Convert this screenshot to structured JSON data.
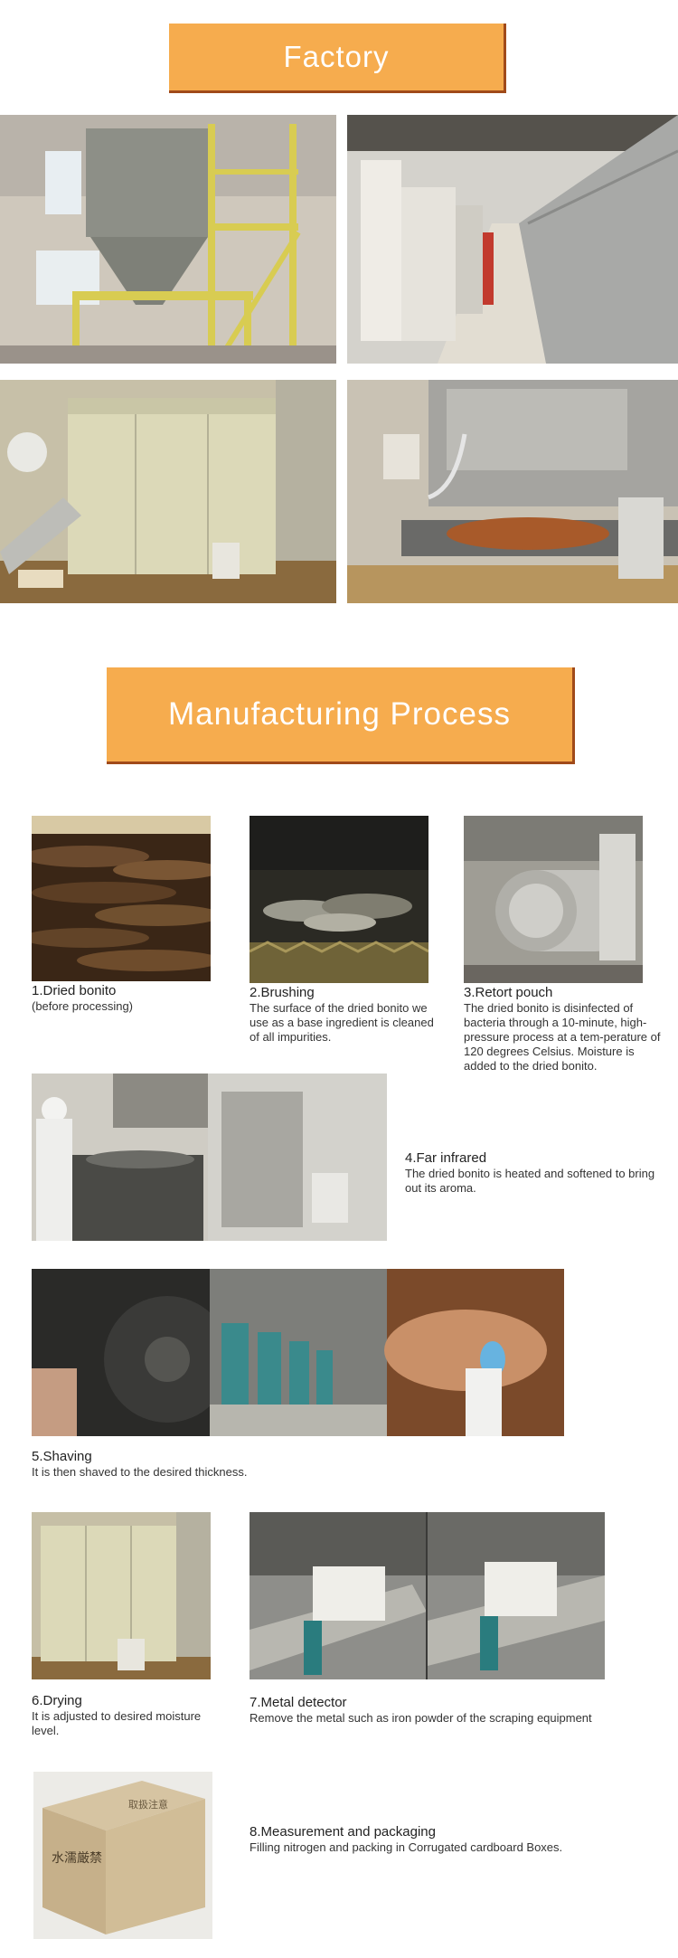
{
  "banners": {
    "factory": "Factory",
    "process": "Manufacturing Process"
  },
  "steps": [
    {
      "title": "1.Dried bonito",
      "desc": "(before processing)"
    },
    {
      "title": "2.Brushing",
      "desc": "The surface of the dried bonito we use as a base ingredient is cleaned of all impurities."
    },
    {
      "title": "3.Retort pouch",
      "desc": "The dried bonito is disinfected of bacteria through a 10-minute, high-pressure process at a tem-perature of 120 degrees Celsius. Moisture is added to the dried bonito."
    },
    {
      "title": "4.Far infrared",
      "desc": "The dried bonito is heated and softened to bring out its aroma."
    },
    {
      "title": "5.Shaving",
      "desc": "It is then shaved to the desired thickness."
    },
    {
      "title": "6.Drying",
      "desc": "It is adjusted to desired moisture level."
    },
    {
      "title": "7.Metal detector",
      "desc": "Remove the metal such as iron powder of the scraping equipment"
    },
    {
      "title": "8.Measurement and packaging",
      "desc": "Filling nitrogen and packing in Corrugated cardboard Boxes."
    }
  ],
  "box_label": {
    "top": "取扱注意",
    "side": "水濡厳禁"
  },
  "colors": {
    "banner_fill": "#f6ac4e",
    "banner_border": "#a04a1a"
  }
}
